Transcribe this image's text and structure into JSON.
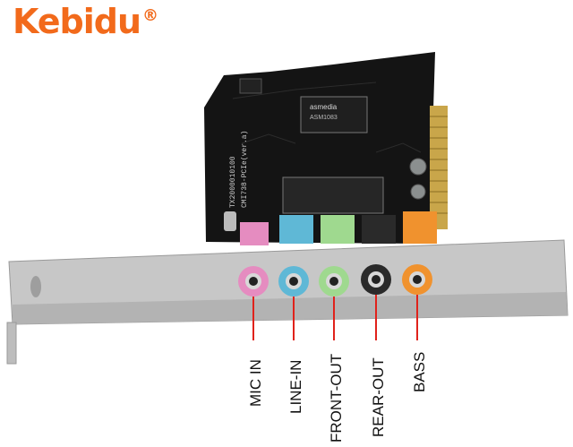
{
  "brand": {
    "name": "Kebidu",
    "mark": "®",
    "color": "#f26a1b"
  },
  "board": {
    "chip_brand": "asmedia",
    "chip_model": "ASM1083",
    "side_text_1": "TX2000010100",
    "side_text_2": "CMI738-PCIe(ver.a)"
  },
  "ports": [
    {
      "label": "MIC IN",
      "color": "#e58cc0"
    },
    {
      "label": "LINE-IN",
      "color": "#5fb8d6"
    },
    {
      "label": "FRONT-OUT",
      "color": "#9fd98f"
    },
    {
      "label": "REAR-OUT",
      "color": "#2a2a2a"
    },
    {
      "label": "BASS",
      "color": "#f0922e"
    }
  ]
}
